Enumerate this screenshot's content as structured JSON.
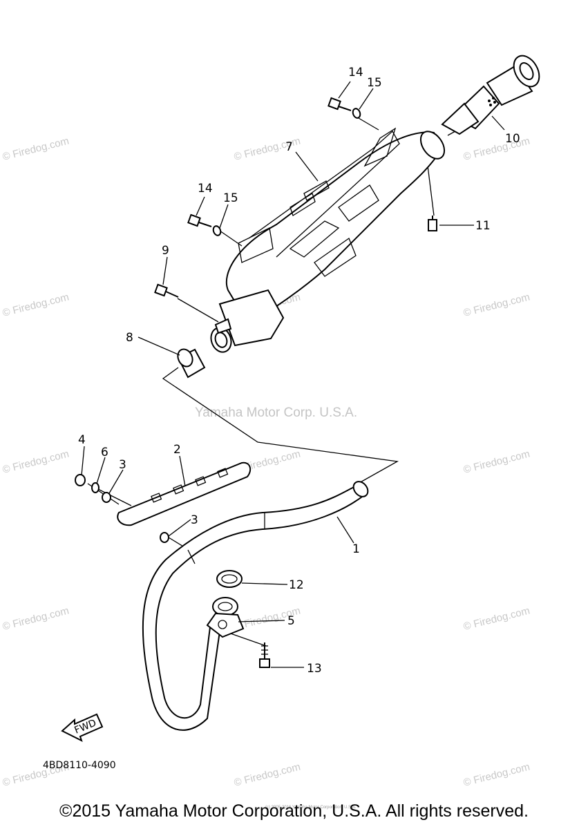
{
  "diagram": {
    "part_code": "4BD8110-4090",
    "fwd_label": "FWD",
    "center_watermark": "Yamaha Motor Corp. U.S.A.",
    "watermark_text": "© Firedog.com",
    "tiny_notice": "(c) 2005-2016 Yamaha Motor Corporation, U.S.A.",
    "callouts": {
      "c1": "1",
      "c2": "2",
      "c3a": "3",
      "c3b": "3",
      "c4": "4",
      "c5": "5",
      "c6": "6",
      "c7": "7",
      "c8": "8",
      "c9": "9",
      "c10": "10",
      "c11": "11",
      "c12": "12",
      "c13": "13",
      "c14a": "14",
      "c14b": "14",
      "c15a": "15",
      "c15b": "15"
    }
  },
  "footer": {
    "copyright": "©2015 Yamaha Motor Corporation, U.S.A. All rights reserved."
  }
}
